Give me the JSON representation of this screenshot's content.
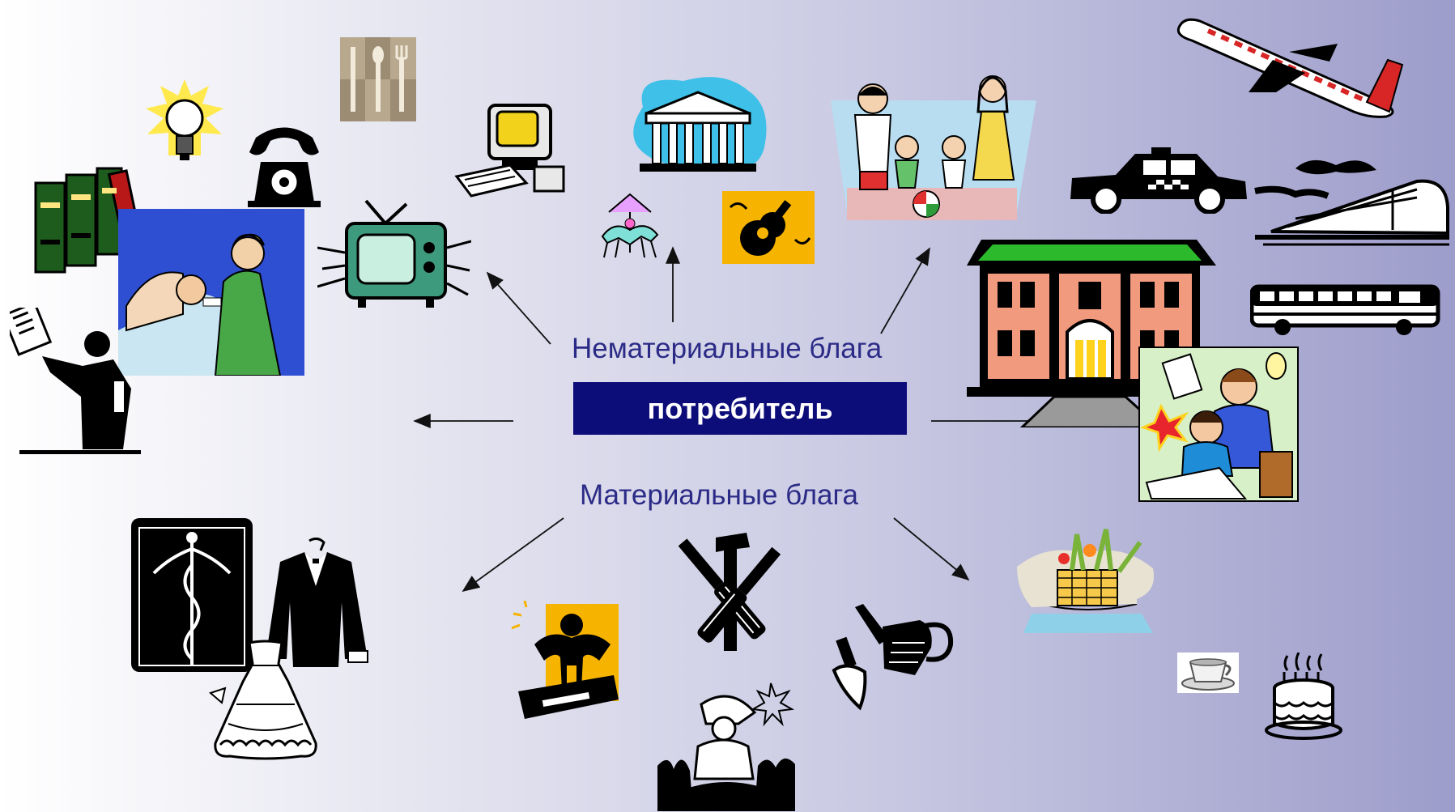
{
  "center": {
    "label": "потребитель"
  },
  "labels": {
    "intangible": "Нематериальные блага",
    "material": "Материальные блага"
  },
  "colors": {
    "center_box": "#0d0d7a",
    "label_text": "#2b2b87",
    "arrow": "#111111"
  },
  "illustrations": [
    "books-icon",
    "lightbulb-icon",
    "cutlery-icon",
    "telephone-icon",
    "nurse-patient-icon",
    "reading-person-icon",
    "television-icon",
    "computer-icon",
    "theater-icon",
    "carousel-icon",
    "guitar-icon",
    "family-icon",
    "airplane-icon",
    "taxi-icon",
    "train-icon",
    "bus-icon",
    "school-building-icon",
    "students-icon",
    "doctor-coat-icon",
    "tuxedo-icon",
    "dress-icon",
    "bodybuilder-icon",
    "tools-icon",
    "gardener-icon",
    "garden-tools-icon",
    "food-basket-icon",
    "cup-icon",
    "cake-icon"
  ]
}
